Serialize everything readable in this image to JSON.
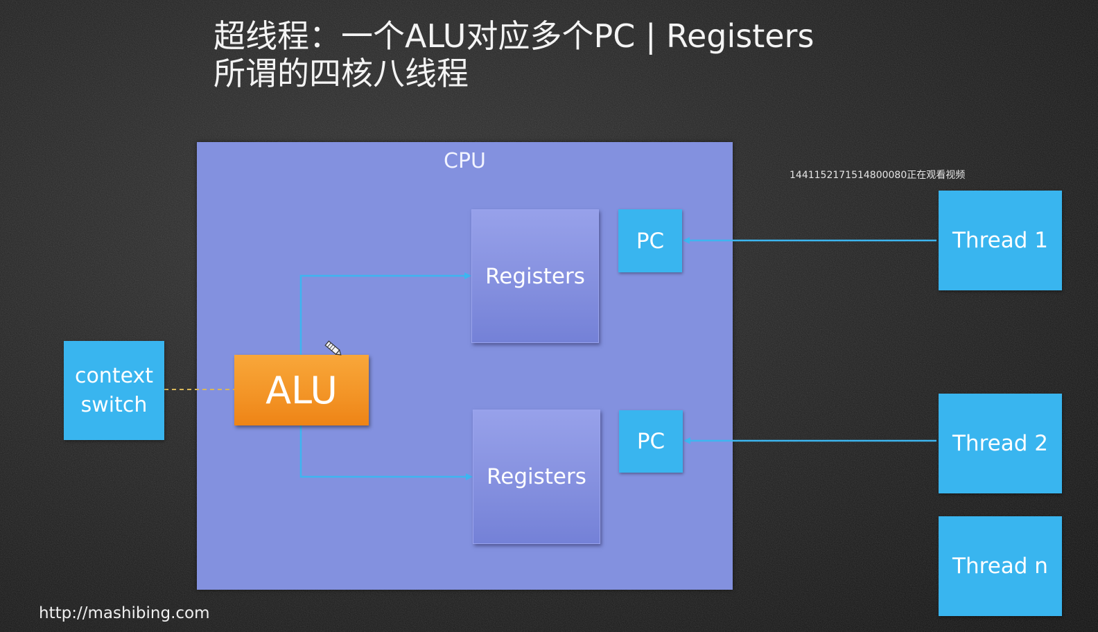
{
  "slide": {
    "title_line1": "超线程：一个ALU对应多个PC | Registers",
    "title_line2": "所谓的四核八线程",
    "footer_url": "http://mashibing.com"
  },
  "overlay": {
    "watermark": "1441152171514800080正在观看视频"
  },
  "diagram": {
    "cpu_label": "CPU",
    "alu_label": "ALU",
    "context_switch_label": "context switch",
    "registers": [
      {
        "label": "Registers"
      },
      {
        "label": "Registers"
      }
    ],
    "pcs": [
      {
        "label": "PC"
      },
      {
        "label": "PC"
      }
    ],
    "threads": [
      {
        "label": "Thread 1"
      },
      {
        "label": "Thread 2"
      },
      {
        "label": "Thread n"
      }
    ]
  },
  "colors": {
    "cpu_fill": "#8391df",
    "registers_top": "#97a1ea",
    "registers_bottom": "#7481d7",
    "pc_thread_fill": "#39b5ef",
    "alu_top": "#f8a73a",
    "alu_bottom": "#ee8416",
    "connector": "#3db6f0",
    "dashed_connector": "#d9b75a",
    "background": "#1e1e1e"
  },
  "icons": {
    "cursor": "pencil-cursor-icon"
  }
}
